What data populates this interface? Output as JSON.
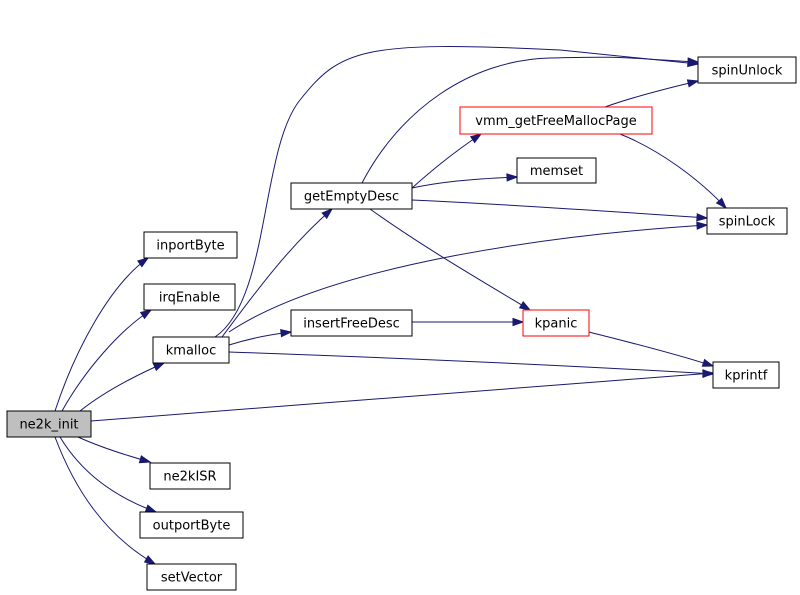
{
  "graph": {
    "edge_color": "#191970",
    "node_border_color": "#000000",
    "highlight_border_color": "#ff0000",
    "root_fill_color": "#bfbfbf",
    "nodes": [
      {
        "id": "ne2k_init",
        "label": "ne2k_init"
      },
      {
        "id": "inportByte",
        "label": "inportByte"
      },
      {
        "id": "irqEnable",
        "label": "irqEnable"
      },
      {
        "id": "kmalloc",
        "label": "kmalloc"
      },
      {
        "id": "ne2kISR",
        "label": "ne2kISR"
      },
      {
        "id": "outportByte",
        "label": "outportByte"
      },
      {
        "id": "setVector",
        "label": "setVector"
      },
      {
        "id": "getEmptyDesc",
        "label": "getEmptyDesc"
      },
      {
        "id": "insertFreeDesc",
        "label": "insertFreeDesc"
      },
      {
        "id": "vmm_getFreeMallocPage",
        "label": "vmm_getFreeMallocPage"
      },
      {
        "id": "memset",
        "label": "memset"
      },
      {
        "id": "kpanic",
        "label": "kpanic"
      },
      {
        "id": "spinUnlock",
        "label": "spinUnlock"
      },
      {
        "id": "spinLock",
        "label": "spinLock"
      },
      {
        "id": "kprintf",
        "label": "kprintf"
      }
    ],
    "edges": [
      {
        "from": "ne2k_init",
        "to": "inportByte"
      },
      {
        "from": "ne2k_init",
        "to": "irqEnable"
      },
      {
        "from": "ne2k_init",
        "to": "kmalloc"
      },
      {
        "from": "ne2k_init",
        "to": "kprintf"
      },
      {
        "from": "ne2k_init",
        "to": "ne2kISR"
      },
      {
        "from": "ne2k_init",
        "to": "outportByte"
      },
      {
        "from": "ne2k_init",
        "to": "setVector"
      },
      {
        "from": "kmalloc",
        "to": "getEmptyDesc"
      },
      {
        "from": "kmalloc",
        "to": "insertFreeDesc"
      },
      {
        "from": "kmalloc",
        "to": "kprintf"
      },
      {
        "from": "kmalloc",
        "to": "spinLock"
      },
      {
        "from": "kmalloc",
        "to": "spinUnlock"
      },
      {
        "from": "getEmptyDesc",
        "to": "vmm_getFreeMallocPage"
      },
      {
        "from": "getEmptyDesc",
        "to": "memset"
      },
      {
        "from": "getEmptyDesc",
        "to": "spinLock"
      },
      {
        "from": "getEmptyDesc",
        "to": "kpanic"
      },
      {
        "from": "getEmptyDesc",
        "to": "spinUnlock"
      },
      {
        "from": "insertFreeDesc",
        "to": "kpanic"
      },
      {
        "from": "vmm_getFreeMallocPage",
        "to": "spinUnlock"
      },
      {
        "from": "vmm_getFreeMallocPage",
        "to": "spinLock"
      },
      {
        "from": "kpanic",
        "to": "kprintf"
      }
    ]
  }
}
